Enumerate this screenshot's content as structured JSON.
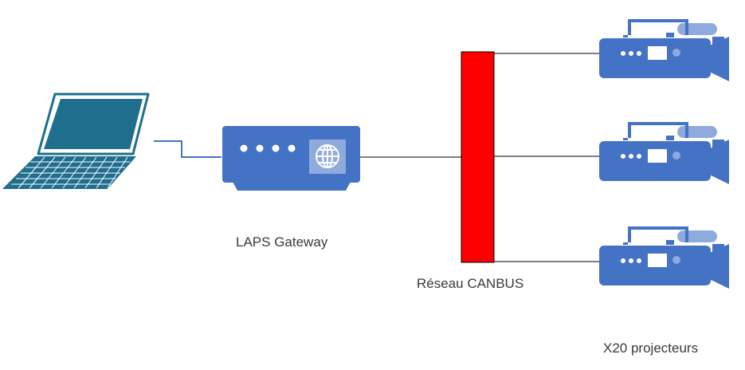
{
  "labels": {
    "gateway": "LAPS Gateway",
    "bus": "Réseau CANBUS",
    "projectors": "X20 projecteurs"
  },
  "colors": {
    "device_blue": "#4472c4",
    "device_dark": "#2f528f",
    "laptop_teal": "#1f6e8e",
    "bus_red": "#ff0000",
    "line": "#000000",
    "link_blue": "#4472c4",
    "mic_light": "#8faadc"
  },
  "icons": {
    "laptop": "laptop-icon",
    "gateway": "network-gateway-icon",
    "camera": "video-camera-icon"
  }
}
